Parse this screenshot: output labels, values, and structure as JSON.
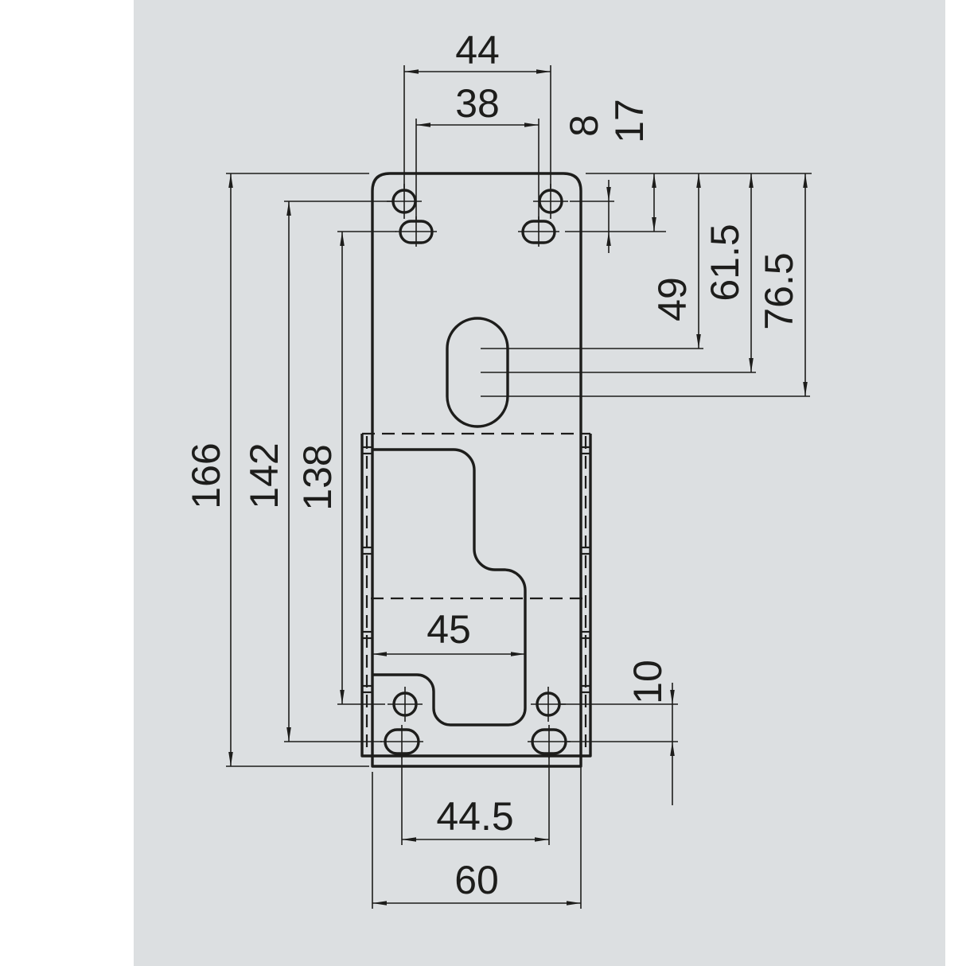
{
  "drawing": {
    "colors": {
      "canvas": "#dcdfe1",
      "page": "#ffffff",
      "line": "#1d1d1b"
    },
    "dimensions": {
      "top_hole_spacing": "44",
      "top_slot_spacing": "38",
      "hole_row_offset": "8",
      "slot_row_offset": "17",
      "slot_top_from_top": "49",
      "slot_mid_from_top": "61.5",
      "slot_bottom_from_top": "76.5",
      "overall_height": "166",
      "hole_span_outer": "142",
      "hole_span_inner": "138",
      "cutout_width": "45",
      "bottom_row_offset": "10",
      "bottom_hole_spacing": "44.5",
      "overall_width": "60"
    }
  }
}
